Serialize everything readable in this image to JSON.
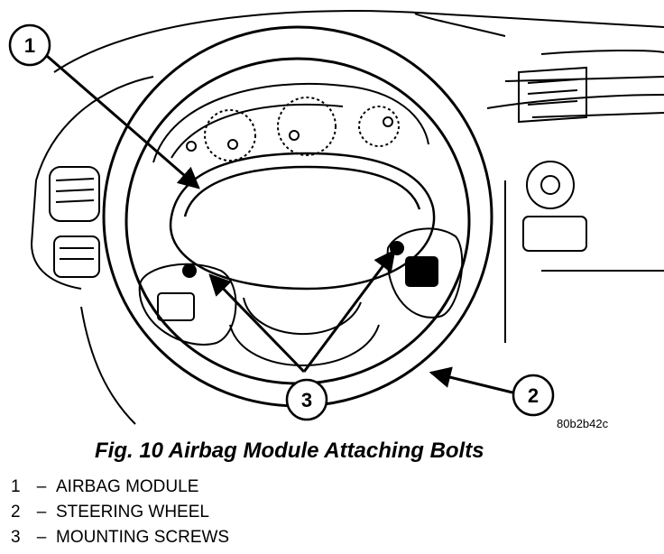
{
  "figure": {
    "callouts": [
      "1",
      "2",
      "3"
    ],
    "figure_id": "80b2b42c",
    "caption": "Fig. 10 Airbag Module Attaching Bolts"
  },
  "legend": [
    {
      "num": "1",
      "dash": "–",
      "label": "AIRBAG MODULE"
    },
    {
      "num": "2",
      "dash": "–",
      "label": "STEERING WHEEL"
    },
    {
      "num": "3",
      "dash": "–",
      "label": "MOUNTING SCREWS"
    }
  ]
}
